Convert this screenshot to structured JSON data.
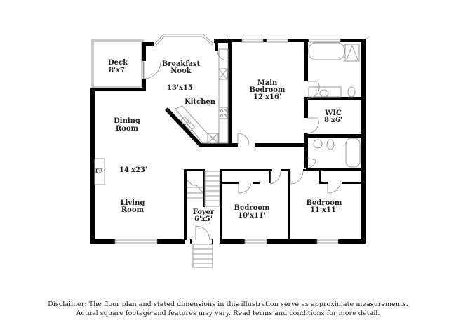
{
  "floor_plan": {
    "rooms": [
      {
        "id": "deck",
        "name": "Deck",
        "dims": "8'x7'"
      },
      {
        "id": "breakfast-nook",
        "name_line1": "Breakfast",
        "name_line2": "Nook",
        "dims": "13'x15'"
      },
      {
        "id": "kitchen",
        "name": "Kitchen"
      },
      {
        "id": "main-bedroom",
        "name_line1": "Main",
        "name_line2": "Bedroom",
        "dims": "12'x16'"
      },
      {
        "id": "wic",
        "name": "WIC",
        "dims": "8'x6'"
      },
      {
        "id": "dining-room",
        "name_line1": "Dining",
        "name_line2": "Room"
      },
      {
        "id": "living-dims",
        "dims": "14'x23'"
      },
      {
        "id": "living-room",
        "name_line1": "Living",
        "name_line2": "Room"
      },
      {
        "id": "fireplace",
        "name": "FP"
      },
      {
        "id": "foyer",
        "name": "Foyer",
        "dims": "6'x5'"
      },
      {
        "id": "bedroom-2",
        "name": "Bedroom",
        "dims": "10'x11'"
      },
      {
        "id": "bedroom-3",
        "name": "Bedroom",
        "dims": "11'x11'"
      }
    ]
  },
  "disclaimer": {
    "line1": "Disclaimer: The floor plan and stated dimensions in this illustration serve as approximate measurements.",
    "line2": "Actual square footage and features may vary. Read terms and conditions for more detail."
  }
}
